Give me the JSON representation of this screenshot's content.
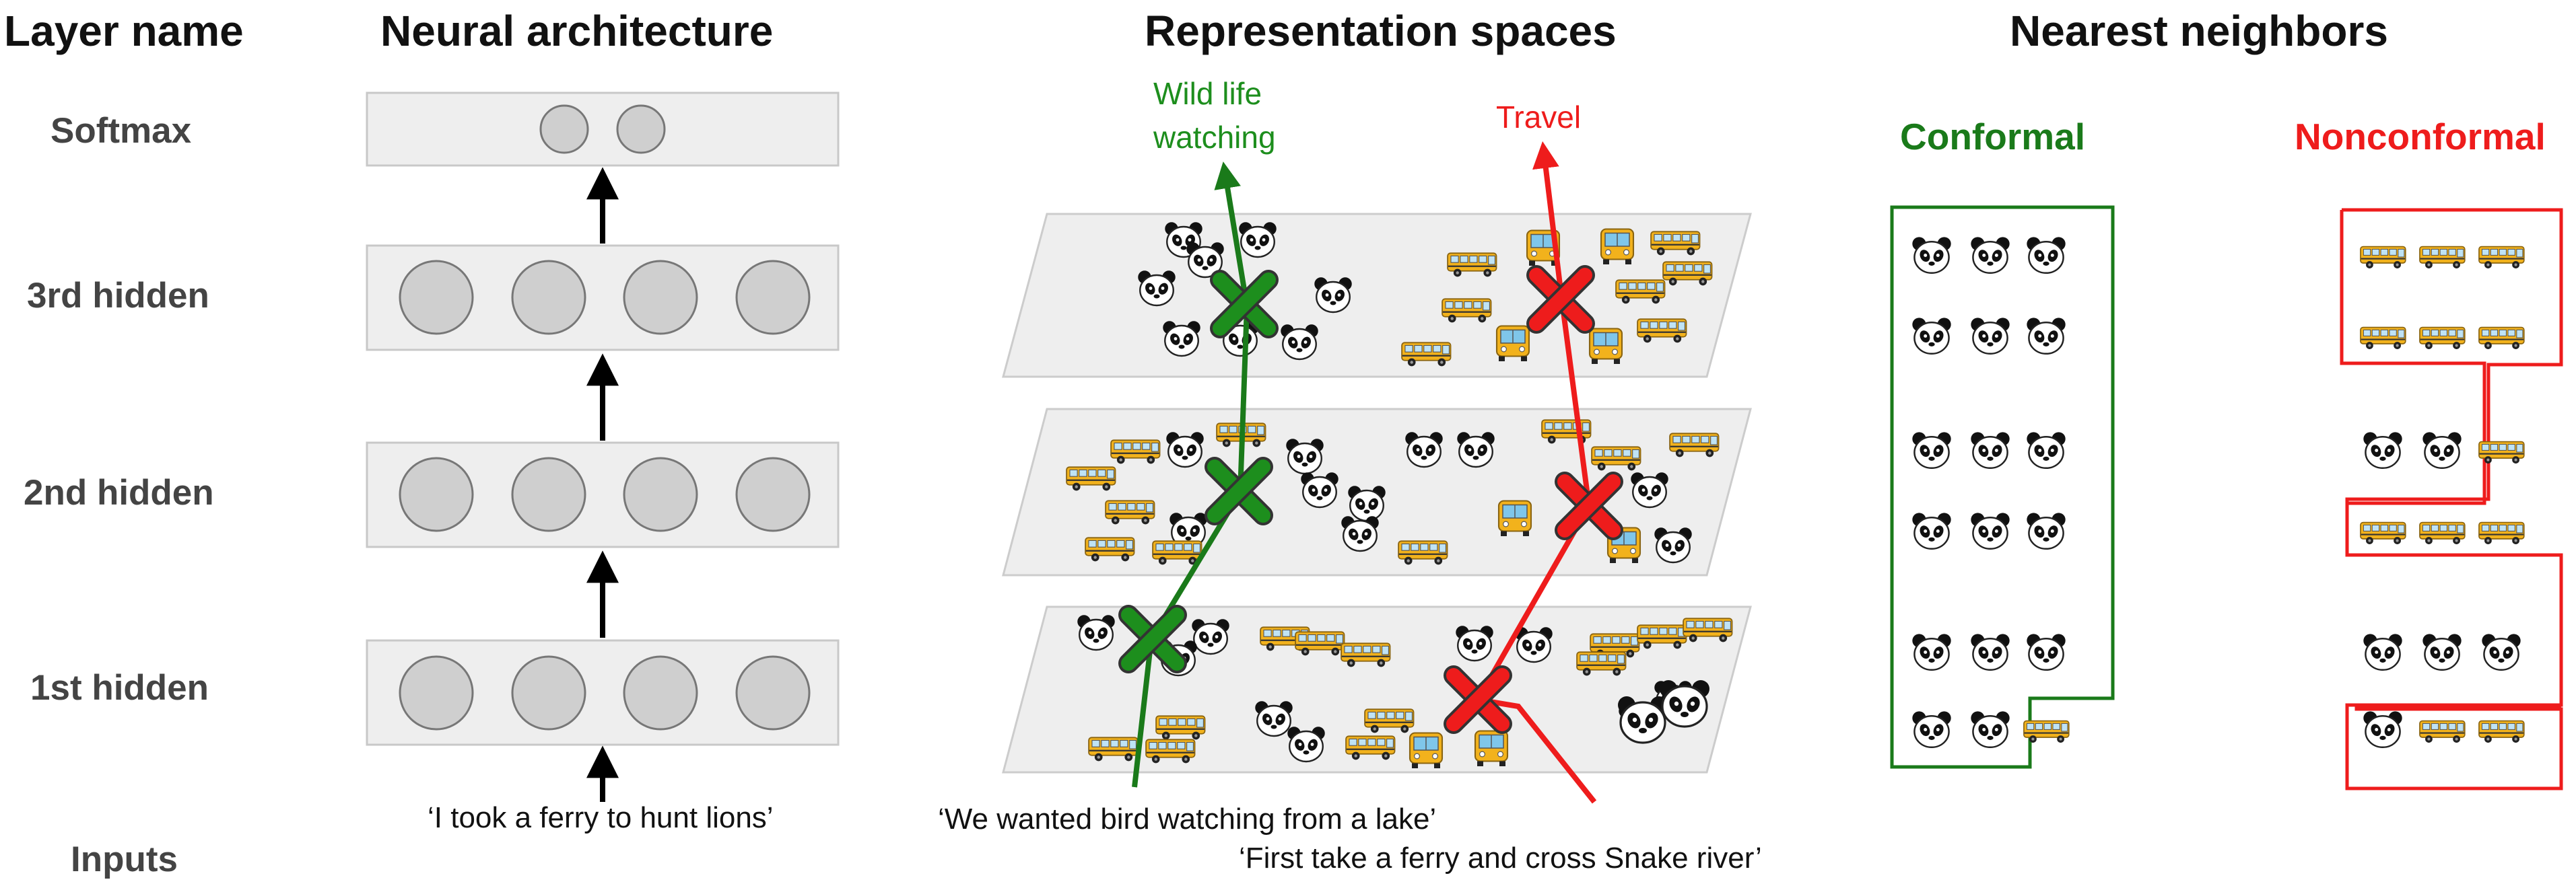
{
  "headers": {
    "layer_name": "Layer name",
    "architecture": "Neural architecture",
    "representation": "Representation spaces",
    "neighbors": "Nearest neighbors"
  },
  "layers": [
    "Softmax",
    "3rd hidden",
    "2nd hidden",
    "1st hidden",
    "Inputs"
  ],
  "architecture": {
    "input_sentence": "‘I took a ferry to hunt lions’"
  },
  "representation": {
    "wildlife_label_line1": "Wild life",
    "wildlife_label_line2": "watching",
    "travel_label": "Travel",
    "sentence_green": "‘We wanted bird watching from a lake’",
    "sentence_red": "‘First take a ferry and cross Snake river’"
  },
  "neighbors": {
    "conformal": "Conformal",
    "nonconformal": "Nonconformal",
    "conformal_grid": [
      [
        "panda",
        "panda",
        "panda"
      ],
      [
        "panda",
        "panda",
        "panda"
      ],
      [
        "panda",
        "panda",
        "panda"
      ],
      [
        "panda",
        "panda",
        "panda"
      ],
      [
        "panda",
        "panda",
        "panda"
      ],
      [
        "panda",
        "panda",
        "bus"
      ]
    ],
    "nonconformal_grid": [
      [
        "bus",
        "bus",
        "bus"
      ],
      [
        "bus",
        "bus",
        "bus"
      ],
      [
        "panda",
        "panda",
        "bus"
      ],
      [
        "bus",
        "bus",
        "bus"
      ],
      [
        "panda",
        "panda",
        "panda"
      ],
      [
        "panda",
        "bus",
        "bus"
      ]
    ]
  },
  "colors": {
    "green": "#1a7a1a",
    "green_label": "#1d8e1d",
    "red": "#ee1c1c",
    "box_fill": "#eeeeee",
    "box_stroke": "#c8c8c8",
    "node_fill": "#cfcfcf",
    "node_stroke": "#777777",
    "bus_yellow": "#f2b21c"
  },
  "icons": {
    "panda": "panda-icon",
    "bus": "school-bus-icon",
    "marker": "x-mark-icon"
  }
}
